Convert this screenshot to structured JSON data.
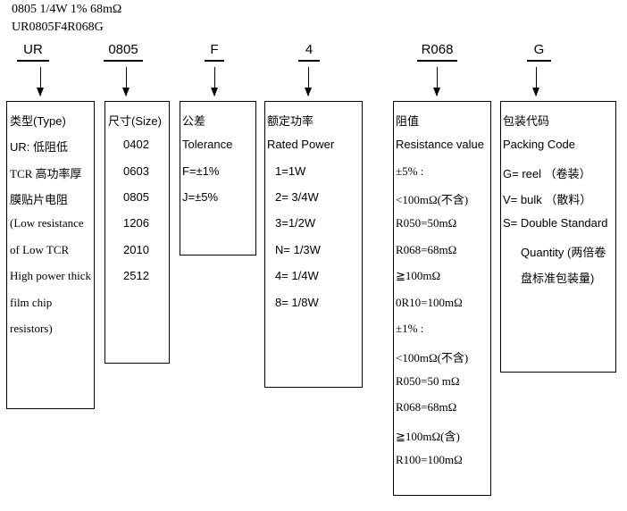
{
  "header": {
    "spec": "0805 1/4W 1% 68mΩ",
    "part_number": "UR0805F4R068G"
  },
  "fields": [
    {
      "code": "UR",
      "lines": [
        "类型(Type)",
        "UR: 低阻低",
        "TCR 高功率厚",
        "膜贴片电阻",
        "(Low resistance",
        "of Low TCR",
        "High power thick",
        "film chip",
        "resistors)"
      ]
    },
    {
      "code": "0805",
      "lines": [
        "尺寸(Size)",
        "0402",
        "0603",
        "0805",
        "1206",
        "2010",
        "2512"
      ]
    },
    {
      "code": "F",
      "lines": [
        "公差",
        "Tolerance",
        "F=±1%",
        "J=±5%"
      ]
    },
    {
      "code": "4",
      "lines": [
        "额定功率",
        "Rated Power",
        "1=1W",
        "2= 3/4W",
        "3=1/2W",
        "N= 1/3W",
        "4= 1/4W",
        "8= 1/8W"
      ]
    },
    {
      "code": "R068",
      "lines": [
        "阻值",
        "Resistance value",
        "±5% :",
        "<100mΩ(不含)",
        "R050=50mΩ",
        "R068=68mΩ",
        "≧100mΩ",
        "0R10=100mΩ",
        "±1% :",
        "<100mΩ(不含)",
        "R050=50 mΩ",
        "R068=68mΩ",
        "≧100mΩ(含)",
        "R100=100mΩ"
      ]
    },
    {
      "code": "G",
      "lines": [
        "包装代码",
        "Packing Code",
        "G= reel （卷装）",
        "V= bulk （散料）",
        "S= Double Standard",
        "Quantity (两倍卷",
        "盘标准包装量)"
      ]
    }
  ]
}
